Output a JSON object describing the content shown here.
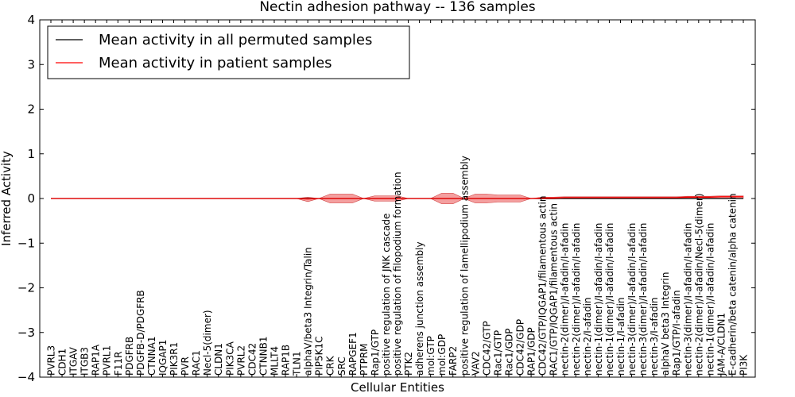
{
  "chart_data": {
    "type": "line",
    "title": "Nectin adhesion pathway -- 136 samples",
    "xlabel": "Cellular Entities",
    "ylabel": "Inferred Activity",
    "ylim": [
      -4,
      4
    ],
    "yticks": [
      -4,
      -3,
      -2,
      -1,
      0,
      1,
      2,
      3,
      4
    ],
    "grid": false,
    "legend_position": "top-left",
    "categories": [
      "PVRL3",
      "CDH1",
      "ITGAV",
      "ITGB3",
      "RAP1A",
      "PVRL1",
      "F11R",
      "PDGFRB",
      "PDGFB-D/PDGFRB",
      "CTNNA1",
      "IQGAP1",
      "PIK3R1",
      "PVR",
      "RAC1",
      "Necl-5(dimer)",
      "CLDN1",
      "PIK3CA",
      "PVRL2",
      "CDC42",
      "CTNNB1",
      "MLLT4",
      "RAP1B",
      "TLN1",
      "alphaV/beta3 Integrin/Talin",
      "PIP5K1C",
      "CRK",
      "SRC",
      "RAPGEF1",
      "PTPRM",
      "Rap1/GTP",
      "positive regulation of JNK cascade",
      "positive regulation of filopodium formation",
      "PTK2",
      "adherens junction assembly",
      "mol:GTP",
      "mol:GDP",
      "FARP2",
      "positive regulation of lamellipodium assembly",
      "VAV2",
      "CDC42/GTP",
      "Rac1/GTP",
      "Rac1/GDP",
      "CDC42/GDP",
      "RAP1/GDP",
      "CDC42/GTP/IQGAP1/filamentous actin",
      "RAC1/GTP/IQGAP1/filamentous actin",
      "nectin-2(dimer)/I-afadin/I-afadin",
      "nectin-2(dimer)/I-afadin/I-afadin",
      "nectin-2/I-afadin",
      "nectin-1(dimer)/I-afadin/I-afadin",
      "nectin-1(dimer)/I-afadin/I-afadin",
      "nectin-1/I-afadin",
      "nectin-3(dimer)/I-afadin/I-afadin",
      "nectin-3(dimer)/I-afadin/I-afadin",
      "nectin-3/I-afadin",
      "alphaV beta3 Integrin",
      "Rap1/GTP/I-afadin",
      "nectin-3(dimer)/I-afadin/I-afadin",
      "nectin-2(dimer)/I-afadin/Necl-5(dimer)",
      "nectin-1(dimer)/I-afadin/I-afadin",
      "JAM-A/CLDN1",
      "E-cadherin/beta catenin/alpha catenin",
      "PI3K"
    ],
    "series": [
      {
        "name": "Mean activity in all permuted samples",
        "color": "#000000",
        "values": [
          0,
          0,
          0,
          0,
          0,
          0,
          0,
          0,
          0,
          0,
          0,
          0,
          0,
          0,
          0,
          0,
          0,
          0,
          0,
          0,
          0,
          0,
          0,
          0,
          0,
          0,
          0,
          0,
          0,
          0,
          0,
          0,
          0,
          0,
          0,
          0,
          0,
          0,
          0,
          0,
          0,
          0,
          0,
          0,
          0,
          0,
          0,
          0,
          0,
          0,
          0,
          0,
          0,
          0,
          0,
          0,
          0,
          0,
          0,
          0,
          0,
          0,
          0
        ]
      },
      {
        "name": "Mean activity in patient samples",
        "color": "#ff0000",
        "values": [
          0,
          0,
          0,
          0,
          0,
          0,
          0,
          0,
          0,
          0,
          0,
          0,
          0,
          0,
          0,
          0,
          0,
          0,
          0,
          0,
          0,
          0,
          0,
          -0.01,
          0,
          0,
          0,
          0,
          0,
          0,
          0,
          0,
          0,
          0,
          0,
          0,
          0,
          0,
          0,
          0,
          0,
          0,
          0,
          0,
          0.01,
          0.01,
          0.02,
          0.02,
          0.02,
          0.02,
          0.02,
          0.02,
          0.02,
          0.02,
          0.02,
          0.02,
          0.02,
          0.03,
          0.03,
          0.03,
          0.04,
          0.04,
          0.04
        ],
        "band_low": [
          0,
          0,
          0,
          0,
          0,
          0,
          0,
          0,
          0,
          0,
          0,
          0,
          0,
          0,
          0,
          0,
          0,
          0,
          0,
          0,
          0,
          0,
          0,
          -0.07,
          0,
          -0.1,
          -0.1,
          -0.1,
          0,
          -0.06,
          -0.06,
          -0.06,
          0,
          0,
          0,
          -0.12,
          -0.12,
          0,
          -0.1,
          -0.1,
          -0.08,
          -0.08,
          -0.08,
          0,
          -0.01,
          -0.01,
          0,
          0,
          0,
          0,
          0,
          0,
          0,
          0,
          0,
          0,
          0,
          0,
          0,
          0,
          0,
          0,
          0
        ],
        "band_high": [
          0,
          0,
          0,
          0,
          0,
          0,
          0,
          0,
          0,
          0,
          0,
          0,
          0,
          0,
          0,
          0,
          0,
          0,
          0,
          0,
          0,
          0,
          0,
          0.03,
          0,
          0.1,
          0.1,
          0.1,
          0,
          0.06,
          0.06,
          0.06,
          0,
          0,
          0,
          0.12,
          0.12,
          0,
          0.1,
          0.1,
          0.08,
          0.08,
          0.08,
          0,
          0.03,
          0.03,
          0.04,
          0.04,
          0.04,
          0.04,
          0.04,
          0.04,
          0.04,
          0.04,
          0.04,
          0.04,
          0.04,
          0.05,
          0.05,
          0.05,
          0.06,
          0.06,
          0.06
        ]
      }
    ],
    "band_color": "#f08080"
  }
}
